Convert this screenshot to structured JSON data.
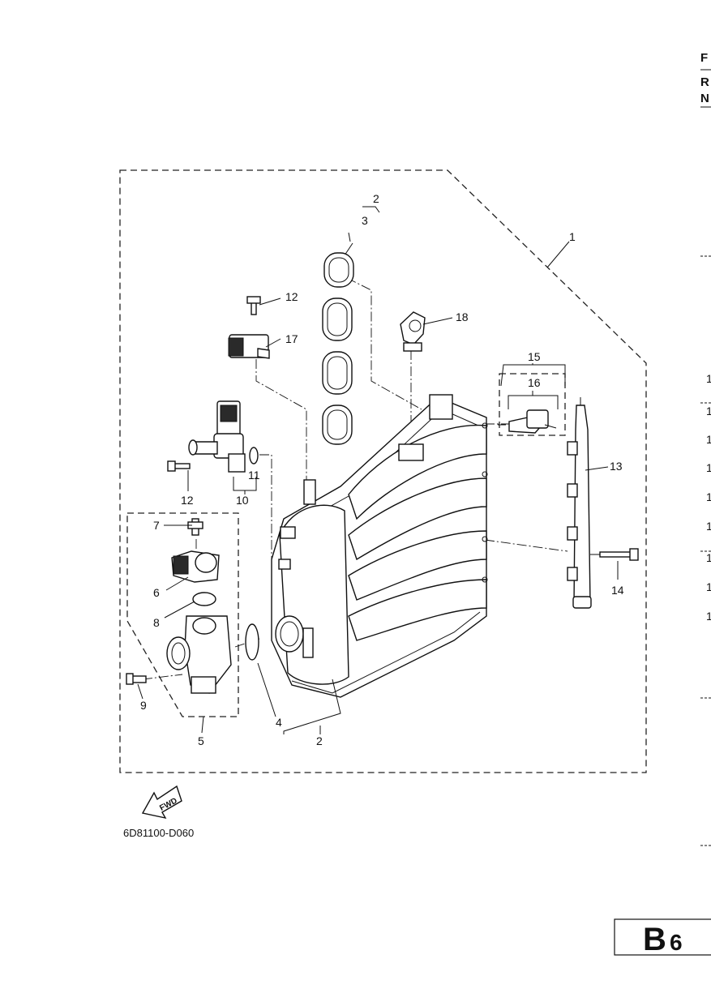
{
  "diagram_code": "6D81100-D060",
  "page_tag": {
    "letter": "B",
    "number": "6"
  },
  "fwd_label": "FWD",
  "callouts": {
    "c1": "1",
    "c2a": "2",
    "c2b": "2",
    "c3": "3",
    "c4": "4",
    "c5": "5",
    "c6": "6",
    "c7": "7",
    "c8": "8",
    "c9": "9",
    "c10": "10",
    "c11": "11",
    "c12a": "12",
    "c12b": "12",
    "c13": "13",
    "c14": "14",
    "c15": "15",
    "c16": "16",
    "c17": "17",
    "c18": "18"
  },
  "right_edge": {
    "header_chars": [
      "F",
      "R",
      "N"
    ],
    "row_chars": [
      "1",
      "1",
      "1",
      "1",
      "1",
      "1",
      "1",
      "1",
      "1"
    ]
  }
}
